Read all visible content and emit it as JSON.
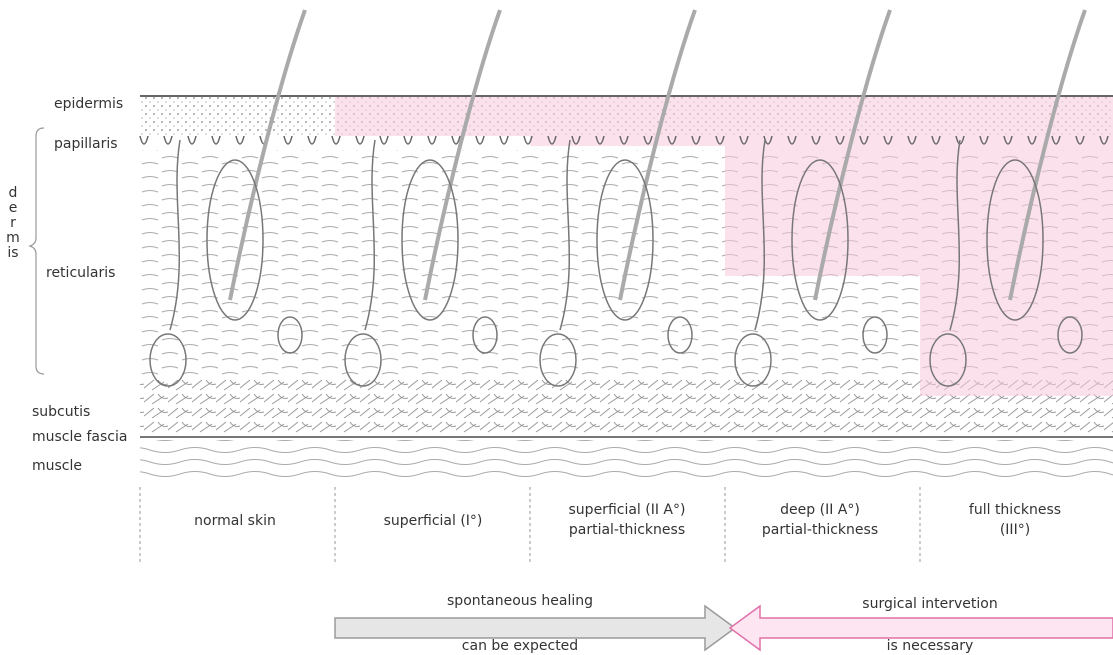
{
  "layers": {
    "epidermis": "epidermis",
    "papillaris": "papillaris",
    "dermis": "dermis",
    "reticularis": "reticularis",
    "subcutis": "subcutis",
    "muscle_fascia": "muscle fascia",
    "muscle": "muscle"
  },
  "columns": [
    {
      "line1": "normal skin",
      "line2": ""
    },
    {
      "line1": "superficial (I°)",
      "line2": ""
    },
    {
      "line1": "superficial (II A°)",
      "line2": "partial-thickness"
    },
    {
      "line1": "deep (II A°)",
      "line2": "partial-thickness"
    },
    {
      "line1": "full thickness",
      "line2": "(III°)"
    }
  ],
  "arrows": {
    "left": {
      "top": "spontaneous healing",
      "bottom": "can be expected",
      "color": "#9a9a9a",
      "fill": "#e6e6e6"
    },
    "right": {
      "top": "surgical intervetion",
      "bottom": "is necessary",
      "color": "#e070a8",
      "fill": "#fde6f1"
    }
  },
  "colors": {
    "burn": "#f8c8dc",
    "line": "#8a8a8a"
  }
}
